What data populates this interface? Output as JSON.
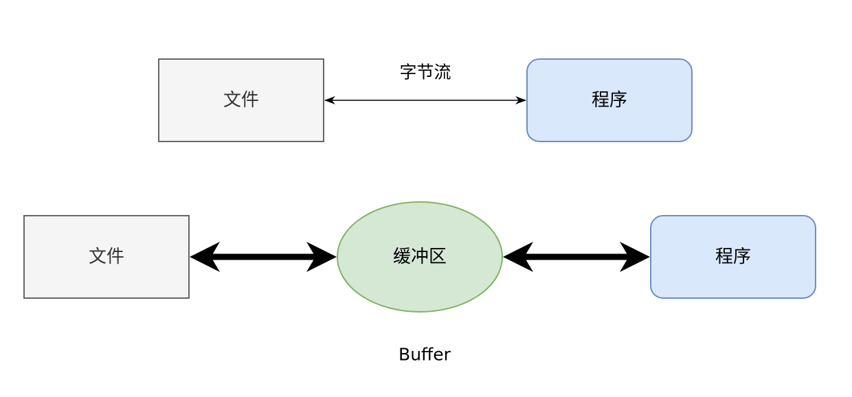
{
  "colors": {
    "file_fill": "#f5f5f5",
    "file_stroke": "#666666",
    "program_fill": "#dae8fc",
    "program_stroke": "#6c8ebf",
    "buffer_fill": "#d5e8d4",
    "buffer_stroke": "#82b366",
    "arrow": "#000000"
  },
  "top_flow": {
    "file_label": "文件",
    "program_label": "程序",
    "edge_label": "字节流"
  },
  "bottom_flow": {
    "file_label": "文件",
    "buffer_label": "缓冲区",
    "program_label": "程序",
    "caption": "Buffer"
  }
}
